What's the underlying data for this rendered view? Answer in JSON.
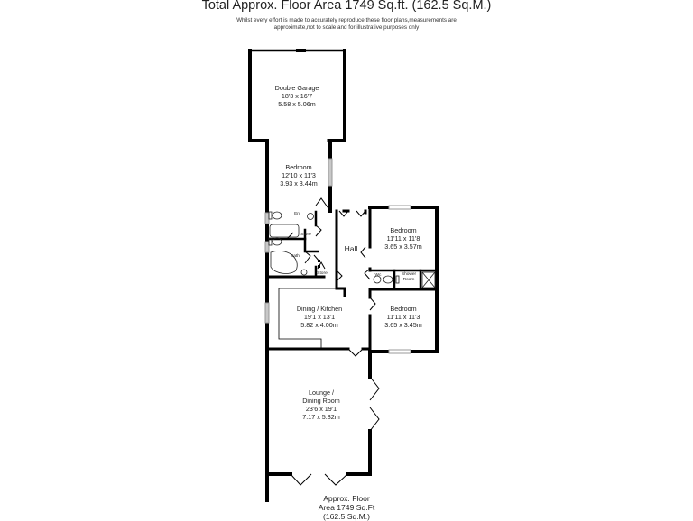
{
  "header": {
    "title": "Total Approx. Floor Area 1749 Sq.ft. (162.5 Sq.M.)",
    "disclaimer_line1": "Whilst every effort is made to accurately reproduce these floor plans,measurements are",
    "disclaimer_line2": "approximate,not to scale and for illustrative purposes only"
  },
  "rooms": {
    "garage": {
      "name": "Double Garage",
      "imperial": "18'3 x 16'7",
      "metric": "5.58 x 5.06m"
    },
    "bedroom1": {
      "name": "Bedroom",
      "imperial": "12'10 x 11'3",
      "metric": "3.93 x 3.44m"
    },
    "bedroom2": {
      "name": "Bedroom",
      "imperial": "11'11 x 11'8",
      "metric": "3.65 x 3.57m"
    },
    "bedroom3": {
      "name": "Bedroom",
      "imperial": "11'11 x 11'3",
      "metric": "3.65 x 3.45m"
    },
    "dining_kitchen": {
      "name": "Dining / Kitchen",
      "imperial": "19'1 x 13'1",
      "metric": "5.82 x 4.00m"
    },
    "lounge": {
      "name_line1": "Lounge /",
      "name_line2": "Dining Room",
      "imperial": "23'6 x 19'1",
      "metric": "7.17 x 5.82m"
    },
    "hall": {
      "name": "Hall"
    },
    "ensuite": {
      "name": "En"
    },
    "store1": {
      "name": "Store"
    },
    "store2": {
      "name": "Store"
    },
    "bath": {
      "name": "Bath"
    },
    "wc": {
      "name": "Wc"
    },
    "shower_room": {
      "name_line1": "Shower",
      "name_line2": "Room"
    }
  },
  "footer": {
    "line1": "Approx. Floor",
    "line2": "Area 1749 Sq.Ft",
    "line3": "(162.5 Sq.M.)"
  },
  "colors": {
    "wall": "#000000",
    "window": "#bfbfbf",
    "fixture": "#222222",
    "background": "#ffffff"
  }
}
